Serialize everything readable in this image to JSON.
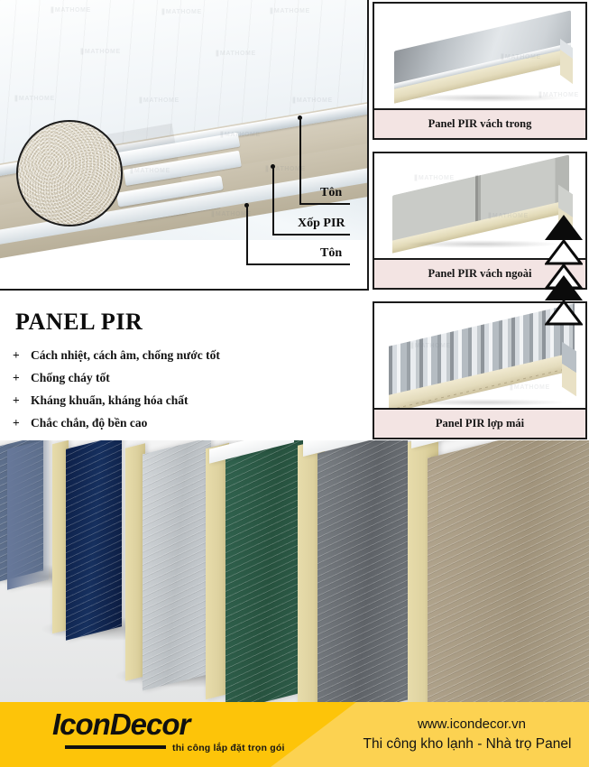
{
  "document": {
    "kind": "product-infographic",
    "language": "vi"
  },
  "detail_diagram": {
    "name": "panel-cross-section-photo",
    "watermark_text": "MATHOME",
    "inset_label": "pir-foam-magnified-circle",
    "callouts": [
      {
        "label": "Tôn",
        "target": "top-steel-sheet"
      },
      {
        "label": "Xốp PIR",
        "target": "pir-foam-core"
      },
      {
        "label": "Tôn",
        "target": "bottom-steel-sheet"
      }
    ]
  },
  "info": {
    "title": "PANEL PIR",
    "bullet_marker": "+",
    "features": [
      "Cách nhiệt, cách âm, chống nước tốt",
      "Chống cháy tốt",
      "Kháng khuẩn, kháng hóa chất",
      "Chắc chắn, độ bền cao"
    ]
  },
  "product_cards": [
    {
      "caption": "Panel PIR vách trong",
      "image_name": "inner-wall-panel-image"
    },
    {
      "caption": "Panel PIR vách ngoài",
      "image_name": "outer-wall-panel-image"
    },
    {
      "caption": "Panel PIR lợp mái",
      "image_name": "roof-panel-image"
    }
  ],
  "cursor_overlay": {
    "name": "stacked-triangle-cursors",
    "triangles": [
      {
        "style": "solid"
      },
      {
        "style": "outline"
      },
      {
        "style": "outline"
      },
      {
        "style": "solid"
      },
      {
        "style": "outline"
      }
    ]
  },
  "panel_photo": {
    "name": "colored-panel-stack-photo",
    "panels": [
      {
        "face_color": "#5d6f8c",
        "core_color": "#ded2a0",
        "label": "slate-blue-panel"
      },
      {
        "face_color": "#10244f",
        "core_color": "#e0d4a2",
        "label": "navy-panel"
      },
      {
        "face_color": "#c3c6c9",
        "core_color": "#e3d7a6",
        "label": "silver-panel"
      },
      {
        "face_color": "#2d5c4c",
        "core_color": "#e4d8a8",
        "label": "green-panel"
      },
      {
        "face_color": "#6c7075",
        "core_color": "#e6daa9",
        "label": "grey-panel"
      },
      {
        "face_color": "#a89a82",
        "core_color": "#e7dcab",
        "label": "beige-panel"
      }
    ]
  },
  "footer": {
    "brand_name": "IconDecor",
    "brand_tagline": "thi công lắp đặt trọn gói",
    "website": "www.icondecor.vn",
    "services": "Thi công kho lạnh - Nhà trọ Panel",
    "left_color": "#fdc409",
    "right_color": "#fcd251"
  },
  "colors": {
    "caption_bg": "#f3e4e3",
    "frame_border": "#1b1b1b",
    "accent_yellow": "#fdc409",
    "foam_beige": "#ded2a0",
    "text": "#121212"
  }
}
